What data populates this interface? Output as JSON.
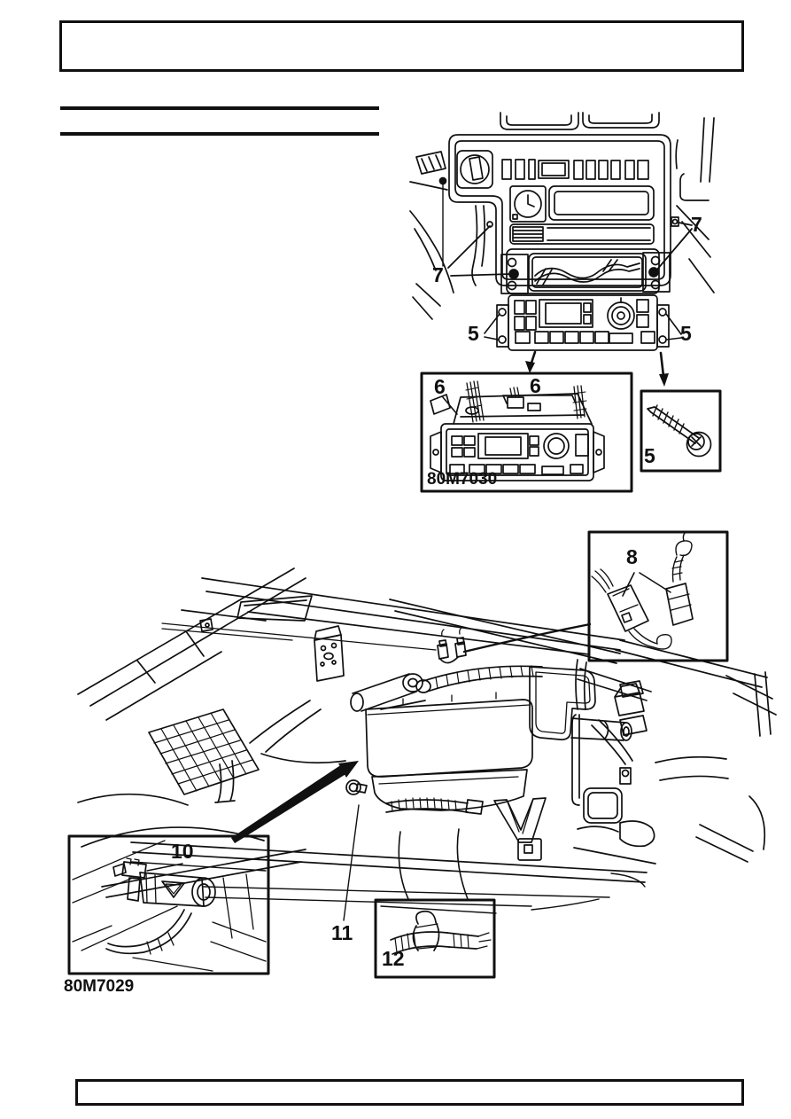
{
  "page": {
    "type": "workshop-manual-page",
    "header_box_text": "",
    "footer_box_text": ""
  },
  "figure_dashboard": {
    "caption": "80M7030",
    "callouts": {
      "fascia_screw_left": "7",
      "fascia_screw_right": "7",
      "panel_screw_left": "5",
      "panel_screw_right": "5",
      "connector_left": "6",
      "connector_right": "6",
      "screw_detail": "5"
    }
  },
  "figure_heater": {
    "caption": "80M7029",
    "callouts": {
      "connectors_detail": "8",
      "valve_detail": "10",
      "drain_tube": "11",
      "cable_clip_detail": "12"
    }
  }
}
